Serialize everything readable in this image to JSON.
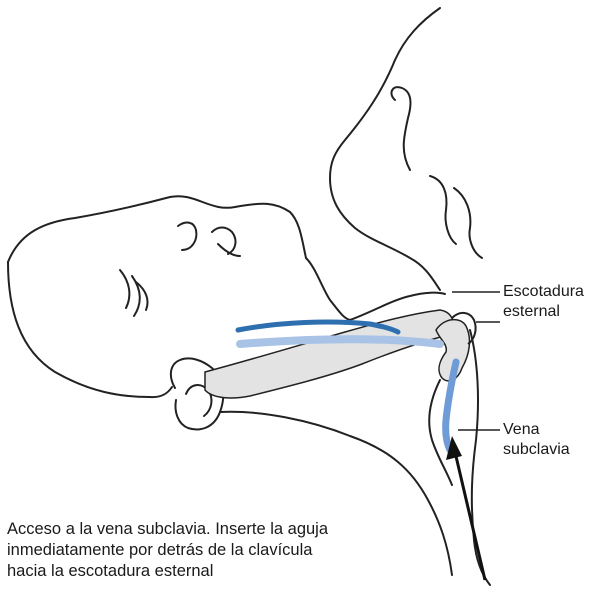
{
  "labels": {
    "sternal_notch": [
      "Escotadura",
      "esternal"
    ],
    "subclavian_vein": [
      "Vena",
      "subclavia"
    ]
  },
  "caption": {
    "line1": "Acceso a la vena subclavia. Inserte la aguja",
    "line2": "inmediatamente por detrás de la clavícula",
    "line3": "hacia la escotadura esternal"
  },
  "colors": {
    "outline": "#222222",
    "vein_dark": "#2e6fb0",
    "vein_light": "#a9c3e6",
    "muscle": "#e3e3e3",
    "arrow": "#111111"
  }
}
